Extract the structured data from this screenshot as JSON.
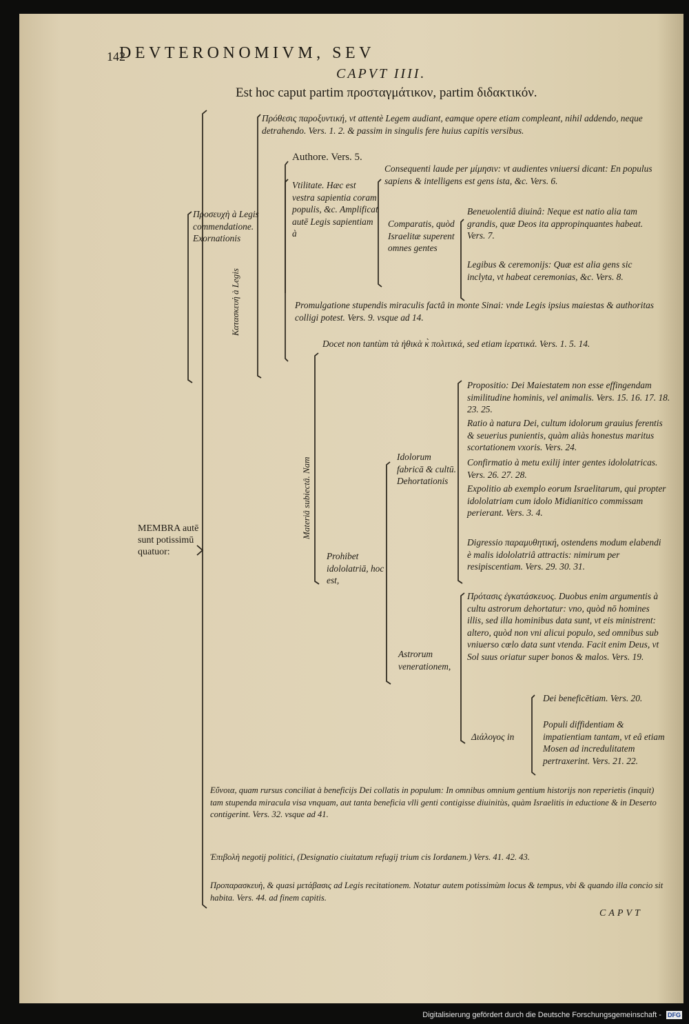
{
  "header": {
    "page_number": "142",
    "running_title": "DEVTERONOMIVM, SEV",
    "chapter": "CAPVT IIII.",
    "subtitle": "Est hoc caput partim προσταγμάτικον, partim διδακτικόν."
  },
  "root_label": "MEMBRA autē sunt potissimū quatuor:",
  "branch_1": {
    "label": "Προσευχὴ à Legis commendatione. Exornationis",
    "propositio": "Πρόθεσις παροξυντική, vt attentè Legem audiant, eamque opere etiam compleant, nihil addendo, neque detrahendo. Vers. 1. 2. & passim in singulis fere huius capitis versibus.",
    "kataskeue": "Κατασκευὴ à Legis",
    "authore": "Authore. Vers. 5.",
    "vtilitate": "Vtilitate. Hæc est vestra sapientia coram populis, &c. Amplificat autē Legis sapientiam à",
    "consequenti": "Consequenti laude per μίμησιν: vt audientes vniuersi dicant: En populus sapiens & intelligens est gens ista, &c. Vers. 6.",
    "comparatio": "Comparatis, quòd Israelitæ superent omnes gentes",
    "beneuolentia": "Beneuolentiâ diuinâ: Neque est natio alia tam grandis, quæ Deos ita appropinquantes habeat. Vers. 7.",
    "legibus": "Legibus & ceremonijs: Quæ est alia gens sic inclyta, vt habeat ceremonias, &c. Vers. 8.",
    "promulgatione": "Promulgatione stupendis miraculis factâ in monte Sinai: vnde Legis ipsius maiestas & authoritas colligi potest. Vers. 9. vsque ad 14.",
    "materia": "Materiâ subiectâ. Nam",
    "docet": "Docet non tantùm τὰ ἠθικὰ κ̀ πολιτικά, sed etiam ἱερατικά. Vers. 1. 5. 14.",
    "prohibet": "Prohibet idololatriā, hoc est,",
    "idolorum": "Idolorum fabricā & cultū. Dehortationis",
    "propositio_idol": "Propositio: Dei Maiestatem non esse effingendam similitudine hominis, vel animalis. Vers. 15. 16. 17. 18. 23. 25.",
    "ratio": "Ratio à natura Dei, cultum idolorum grauius ferentis & seuerius punientis, quàm aliàs honestus maritus scortationem vxoris. Vers. 24.",
    "confirmatio": "Confirmatio à metu exilij inter gentes idololatricas. Vers. 26. 27. 28.",
    "expolitio": "Expolitio ab exemplo eorum Israelitarum, qui propter idololatriam cum idolo Midianitico commissam perierant. Vers. 3. 4.",
    "digressio": "Digressio παραμυθητική, ostendens modum elabendi è malis idololatriâ attractis: nimirum per resipiscentiam. Vers. 29. 30. 31.",
    "astrorum": "Astrorum venerationem,",
    "protasis_astr": "Πρότασις ἐγκατάσκευος. Duobus enim argumentis à cultu astrorum dehortatur: vno, quòd nō homines illis, sed illa hominibus data sunt, vt eis ministrent: altero, quòd non vni alicui populo, sed omnibus sub vniuerso cœlo data sunt vtenda. Facit enim Deus, vt Sol suus oriatur super bonos & malos. Vers. 19.",
    "dilogos": "Διάλογος in",
    "dei_benef": "Dei beneficētiam. Vers. 20.",
    "populi": "Populi diffidentiam & impatientiam tantam, vt eâ etiam Mosen ad incredulitatem pertraxerint. Vers. 21. 22."
  },
  "branch_2": "Εὔνοια, quam rursus conciliat à beneficijs Dei collatis in populum: In omnibus omnium gentium historijs non reperietis (inquit) tam stupenda miracula visa vnquam, aut tanta beneficia vlli genti contigisse diuinitùs, quàm Israelitis in eductione & in Deserto contigerint. Vers. 32. vsque ad 41.",
  "branch_3": "Ἐπιβολὴ negotij politici, (Designatio ciuitatum refugij trium cis Iordanem.) Vers. 41. 42. 43.",
  "branch_4": "Προπαρασκευὴ, & quasi μετάβασις ad Legis recitationem. Notatur autem potissimùm locus & tempus, vbi & quando illa concio sit habita. Vers. 44. ad finem capitis.",
  "catchword": "CAPVT",
  "footer": {
    "text": "Digitalisierung gefördert durch die Deutsche Forschungsgemeinschaft -",
    "logo": "DFG"
  },
  "colors": {
    "paper": "#ddd0b2",
    "ink": "#1d1a14",
    "background": "#0d0d0c"
  }
}
